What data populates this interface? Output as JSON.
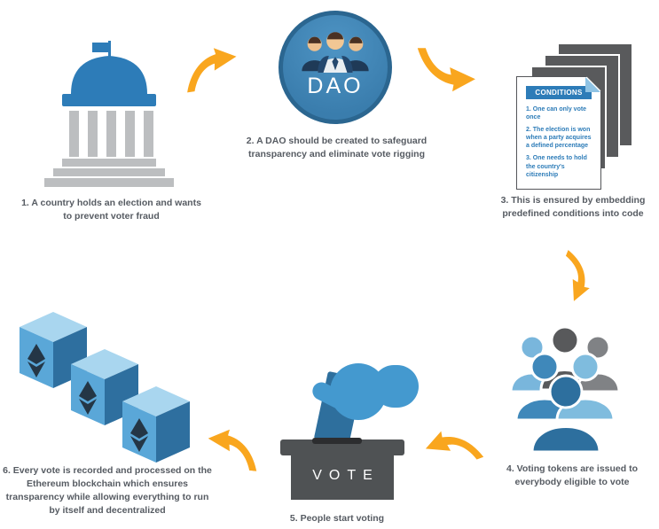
{
  "dao": {
    "label": "DAO"
  },
  "vote": {
    "label": "VOTE"
  },
  "document": {
    "title": "CONDITIONS",
    "items": [
      "1. One can only vote once",
      "2. The election is won when a party acquires a defined percentage",
      "3. One needs to hold the country's citizenship"
    ]
  },
  "captions": {
    "step1": "1. A country holds an election and wants to prevent voter fraud",
    "step2": "2. A DAO should be created to safeguard transparency and eliminate vote rigging",
    "step3": "3. This is ensured by embedding predefined conditions into code",
    "step4": "4. Voting tokens are issued to everybody eligible to vote",
    "step5": "5. People start voting",
    "step6": "6. Every vote is recorded and processed on the Ethereum blockchain which ensures transparency while allowing everything to run by itself and decentralized"
  },
  "icons": {
    "step1": "government-building-icon",
    "step2": "dao-people-icon",
    "step3": "conditions-document-icon",
    "step4": "voters-group-icon",
    "step5": "ballot-box-hand-icon",
    "step6": "ethereum-blockchain-cubes-icon",
    "connector": "curved-arrow-icon"
  },
  "colors": {
    "blue": "#2d7cb8",
    "mid_blue": "#4499cf",
    "light_blue": "#5aa7d8",
    "pale_blue": "#a9d6ef",
    "navy": "#1f3a57",
    "eth_dark": "#243646",
    "gray": "#bcbec0",
    "dark_gray": "#4f5254",
    "text_gray": "#565b62",
    "orange": "#f9a61e",
    "skin": "#f2c794",
    "white": "#ffffff"
  }
}
